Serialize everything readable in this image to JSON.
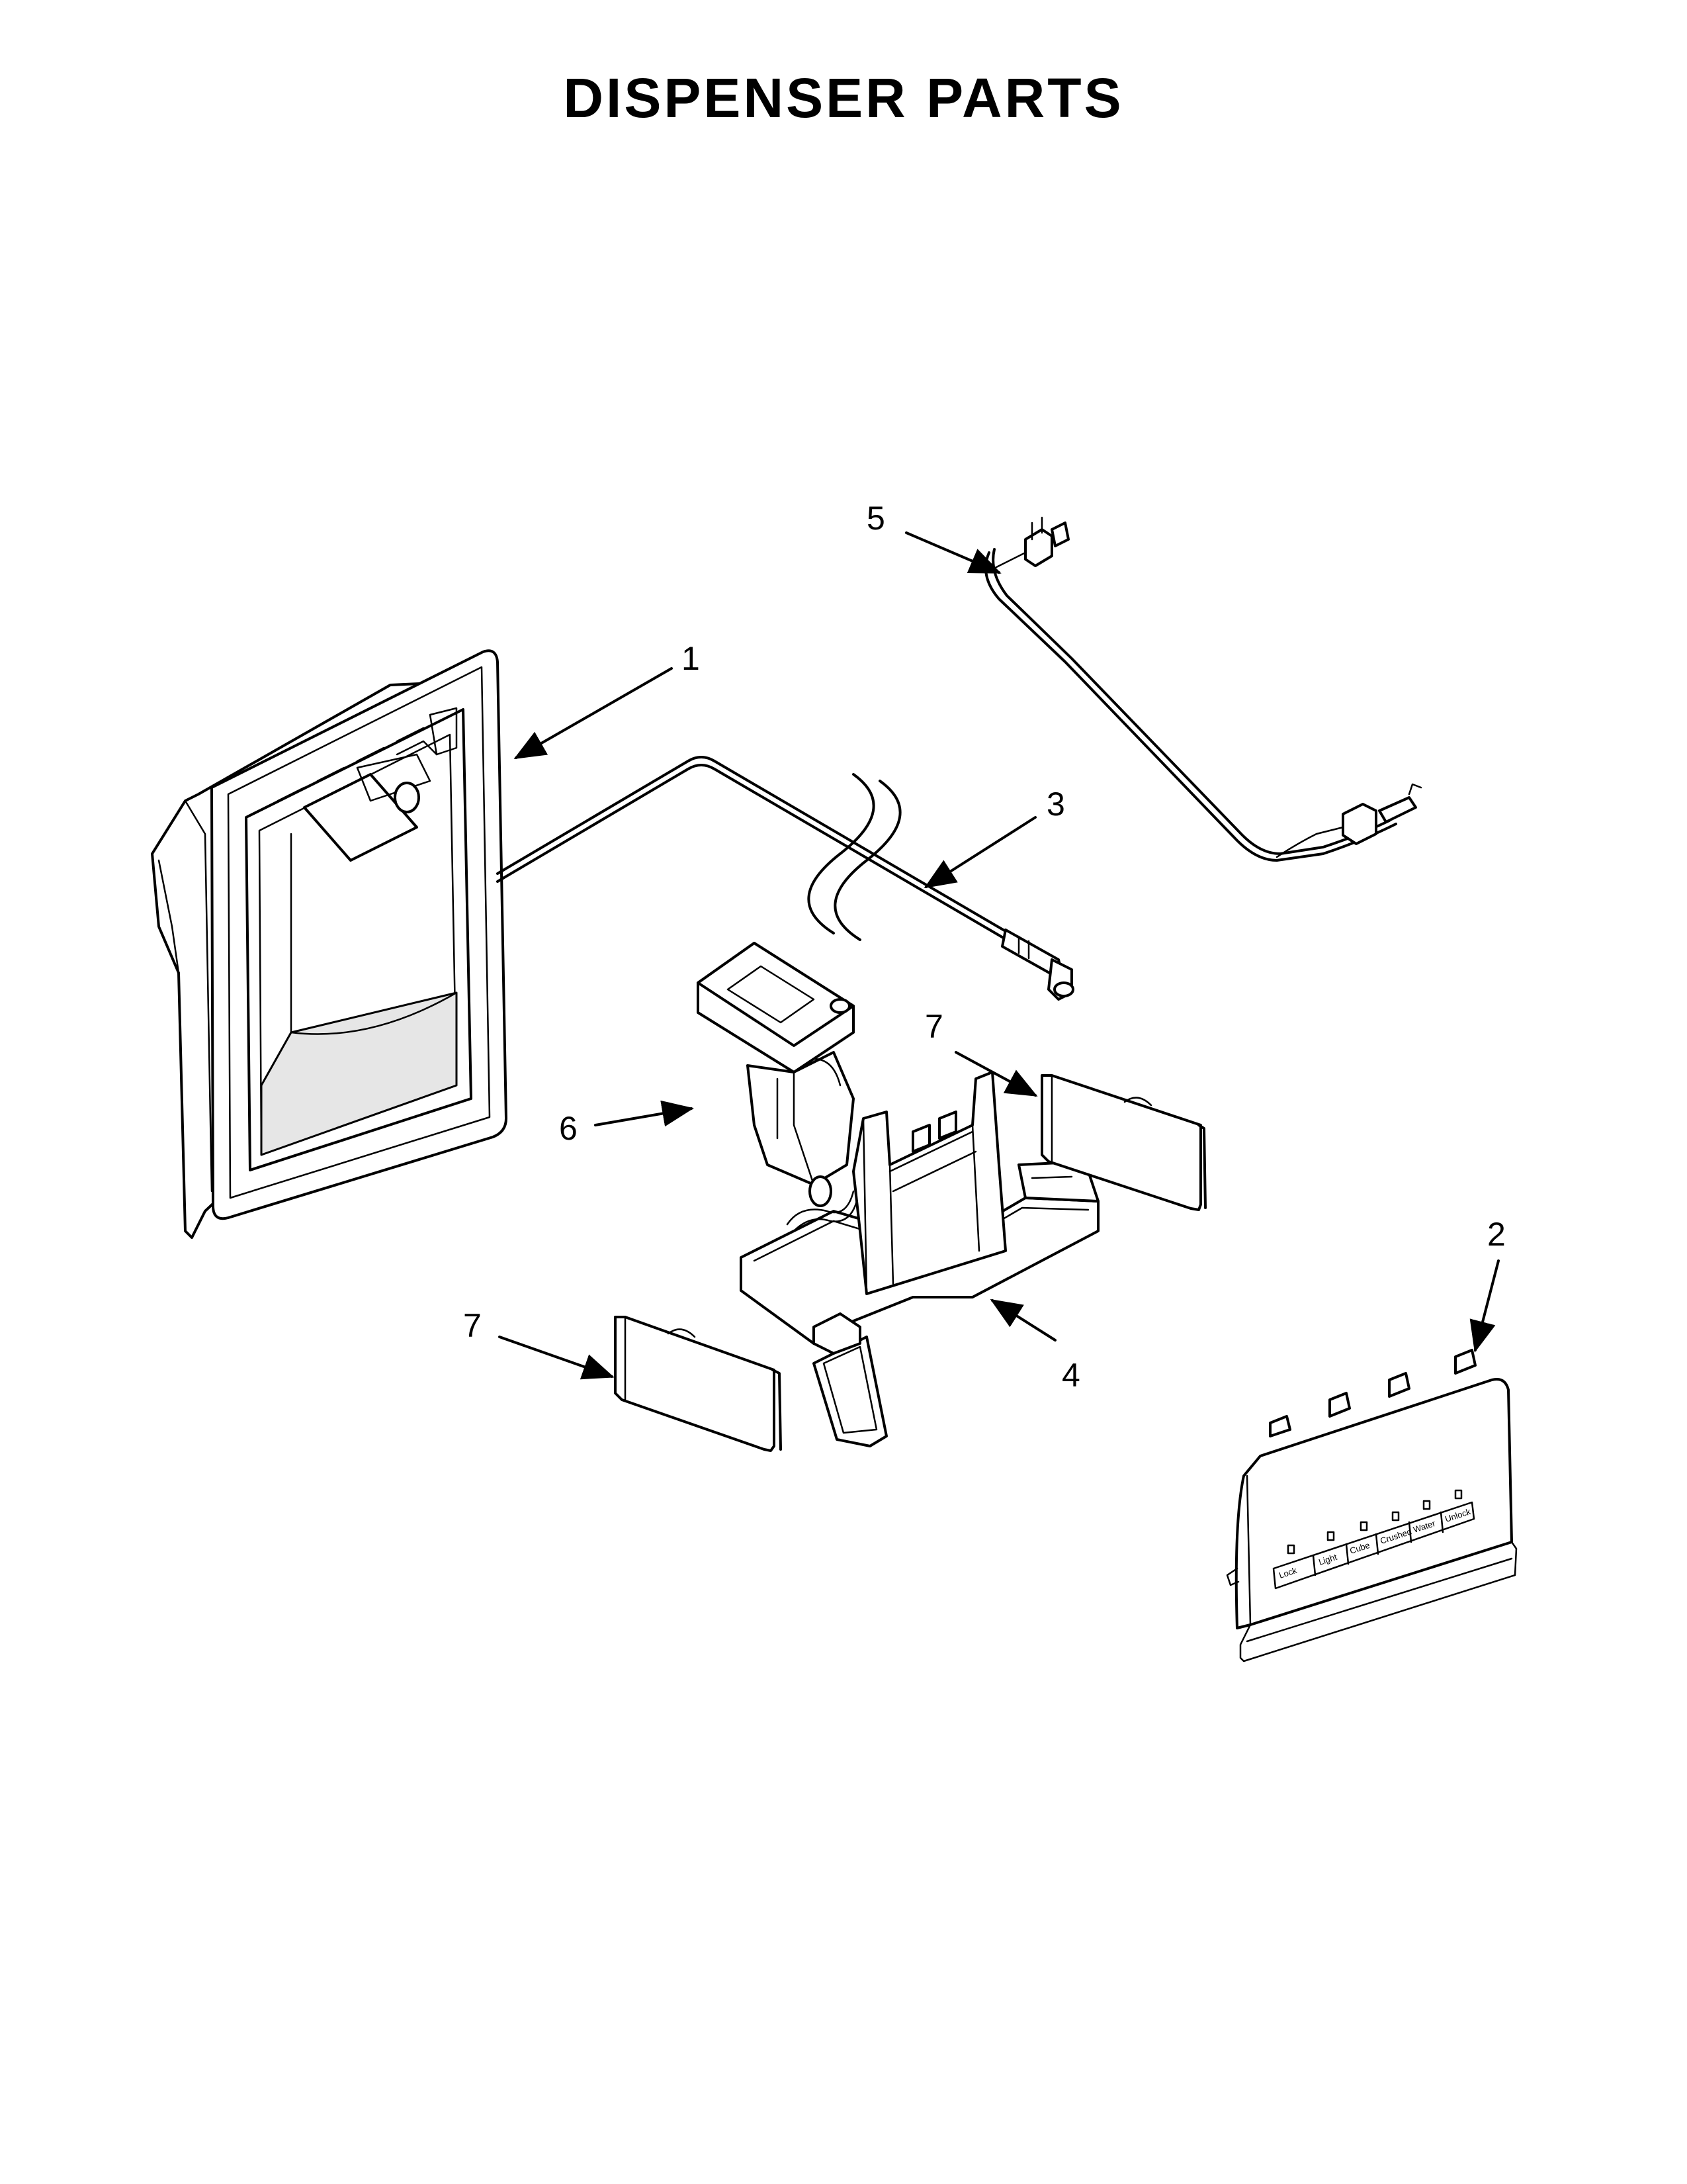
{
  "title": "DISPENSER PARTS",
  "callouts": [
    {
      "id": "c1",
      "label": "1"
    },
    {
      "id": "c2",
      "label": "2"
    },
    {
      "id": "c3",
      "label": "3"
    },
    {
      "id": "c4",
      "label": "4"
    },
    {
      "id": "c5",
      "label": "5"
    },
    {
      "id": "c6",
      "label": "6"
    },
    {
      "id": "c7a",
      "label": "7"
    },
    {
      "id": "c7b",
      "label": "7"
    }
  ],
  "control_panel_labels": [
    "Lock",
    "Light",
    "Cube",
    "Crushed",
    "Water",
    "Unlock"
  ]
}
